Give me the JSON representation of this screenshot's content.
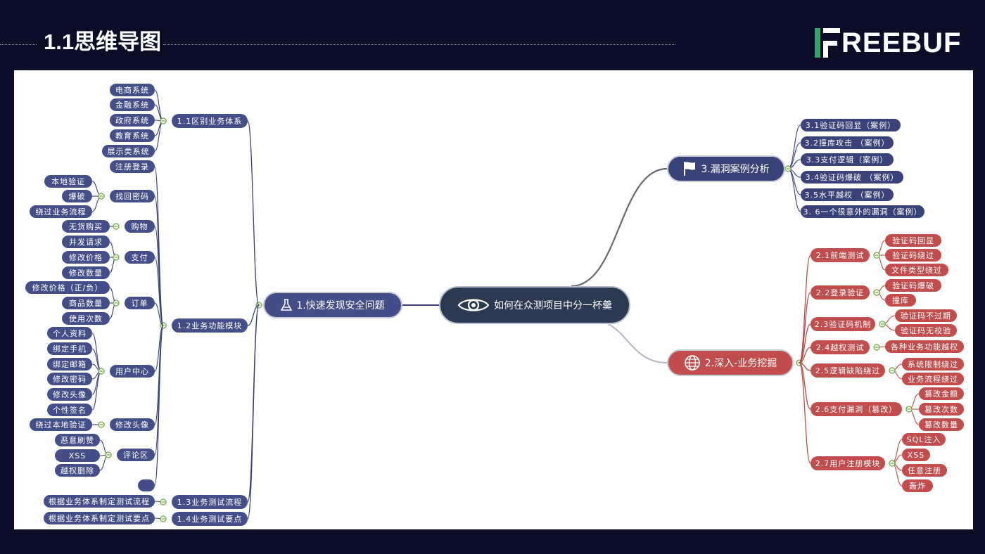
{
  "header": {
    "title": "1.1思维导图",
    "brand": "REEBUF"
  },
  "colors": {
    "background": "#0b0d26",
    "branch1": "#454e89",
    "branch2": "#c24d4d",
    "branch3": "#3a4279",
    "root": "#2c3950",
    "brand_green": "#2ea36b"
  },
  "mindmap": {
    "root": "如何在众测项目中分一杯羹",
    "branch1": {
      "label": "1.快速发现安全问题",
      "icon": "flask-icon",
      "s11": {
        "label": "1.1区别业务体系",
        "items": [
          "电商系统",
          "金融系统",
          "政府系统",
          "教育系统",
          "展示类系统"
        ]
      },
      "s12": {
        "label": "1.2业务功能模块",
        "register": "注册登录",
        "findpwd": {
          "label": "找回密码",
          "items": [
            "本地验证",
            "爆破",
            "绕过业务流程"
          ]
        },
        "shop": {
          "label": "购物",
          "items": [
            "无货购买"
          ]
        },
        "pay": {
          "label": "支付",
          "items": [
            "并发请求",
            "修改价格",
            "修改数量"
          ]
        },
        "order": {
          "label": "订单",
          "items": [
            "修改价格（正/负）",
            "商品数量",
            "使用次数"
          ]
        },
        "user": {
          "label": "用户中心",
          "items": [
            "个人资料",
            "绑定手机",
            "绑定邮箱",
            "修改密码",
            "修改头像",
            "个性签名"
          ]
        },
        "avatar": {
          "label": "修改头像",
          "items": [
            "绕过本地验证"
          ]
        },
        "comment": {
          "label": "评论区",
          "items": [
            "恶意刷赞",
            "XSS",
            "越权删除"
          ]
        }
      },
      "s13": {
        "label": "1.3业务测试流程",
        "items": [
          "根据业务体系制定测试流程"
        ]
      },
      "s14": {
        "label": "1.4业务测试要点",
        "items": [
          "根据业务体系制定测试要点"
        ]
      }
    },
    "branch2": {
      "label": "2.深入-业务挖掘",
      "icon": "globe-icon",
      "s21": {
        "label": "2.1前端测试",
        "items": [
          "验证码回显",
          "验证码绕过",
          "文件类型绕过"
        ]
      },
      "s22": {
        "label": "2.2登录验证",
        "items": [
          "验证码爆破",
          "撞库"
        ]
      },
      "s23": {
        "label": "2.3验证码机制",
        "items": [
          "验证码不过期",
          "验证码无校验"
        ]
      },
      "s24": {
        "label": "2.4越权测试",
        "items": [
          "各种业务功能越权"
        ]
      },
      "s25": {
        "label": "2.5逻辑缺陷绕过",
        "items": [
          "系统限制绕过",
          "业务流程绕过"
        ]
      },
      "s26": {
        "label": "2.6支付漏洞（篡改）",
        "items": [
          "篡改金额",
          "篡改次数",
          "篡改数量"
        ]
      },
      "s27": {
        "label": "2.7用户注册模块",
        "items": [
          "SQL注入",
          "XSS",
          "任意注册",
          "轰炸"
        ]
      }
    },
    "branch3": {
      "label": "3.漏洞案例分析",
      "icon": "flag-icon",
      "items": [
        "3.1验证码回显（案例）",
        "3.2撞库攻击 （案例）",
        "3.3支付逻辑（案例）",
        "3.4验证码爆破 （案例）",
        "3.5水平越权 （案例）",
        "3. 6一个很意外的漏洞（案例）"
      ]
    }
  }
}
